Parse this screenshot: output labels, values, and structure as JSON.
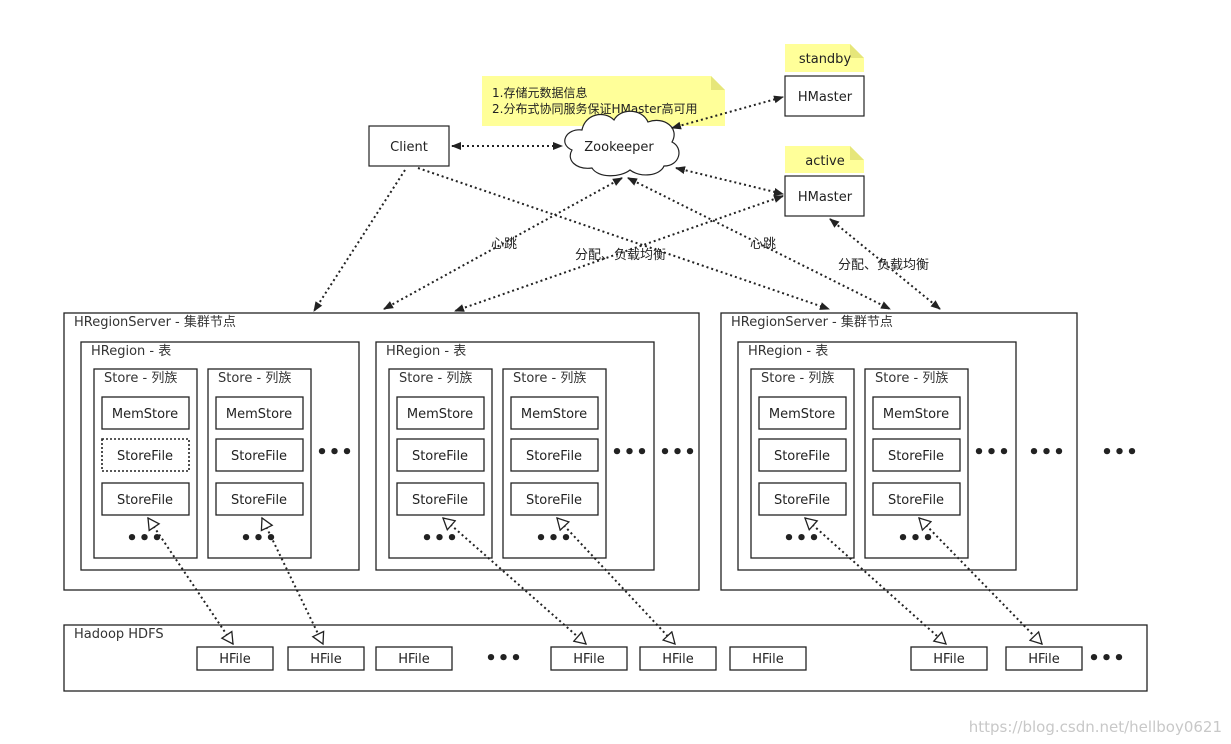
{
  "note": {
    "line1": "1.存储元数据信息",
    "line2": "2.分布式协同服务保证HMaster高可用"
  },
  "zookeeper": "Zookeeper",
  "client": "Client",
  "hmaster_standby": {
    "tag": "standby",
    "label": "HMaster"
  },
  "hmaster_active": {
    "tag": "active",
    "label": "HMaster"
  },
  "edge_labels": {
    "heartbeat_left": "心跳",
    "assign_left": "分配、负载均衡",
    "heartbeat_right": "心跳",
    "assign_right": "分配、负载均衡"
  },
  "region_server_title": "HRegionServer - 集群节点",
  "region_title": "HRegion - 表",
  "store_title": "Store - 列族",
  "memstore": "MemStore",
  "storefile": "StoreFile",
  "ellipsis": "•••",
  "hdfs": {
    "title": "Hadoop HDFS",
    "hfile": "HFile"
  },
  "watermark": "https://blog.csdn.net/hellboy0621"
}
